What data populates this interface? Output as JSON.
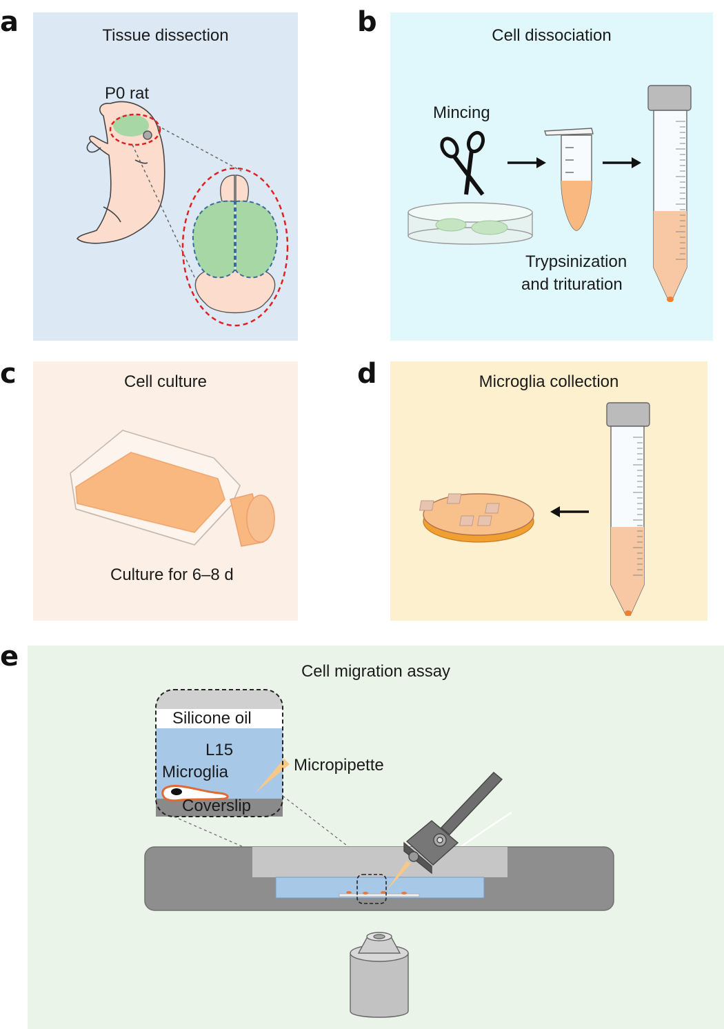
{
  "colors": {
    "panel_a_bg": "#dce8f4",
    "panel_b_bg": "#e0f7fb",
    "panel_c_bg": "#fcf0e6",
    "panel_d_bg": "#fdf0cf",
    "panel_e_bg": "#ebf4e9",
    "tissue_green": "#a7d7a5",
    "rat_skin": "#fcdccd",
    "medium_orange": "#f8b880",
    "dashed_red": "#e02020",
    "dashed_blue": "#3a6a9a"
  },
  "panels": {
    "a": {
      "letter": "a",
      "title": "Tissue dissection",
      "label_rat": "P0 rat"
    },
    "b": {
      "letter": "b",
      "title": "Cell dissociation",
      "label_mincing": "Mincing",
      "label_trypsin_1": "Trypsinization",
      "label_trypsin_2": "and trituration"
    },
    "c": {
      "letter": "c",
      "title": "Cell culture",
      "label_culture": "Culture for 6–8 d"
    },
    "d": {
      "letter": "d",
      "title": "Microglia collection"
    },
    "e": {
      "letter": "e",
      "title": "Cell migration assay",
      "label_oil": "Silicone oil",
      "label_l15": "L15",
      "label_microglia": "Microglia",
      "label_coverslip": "Coverslip",
      "label_micropipette": "Micropipette"
    }
  },
  "icons": {
    "rat": "rat-illustration-icon",
    "brain": "brain-icon",
    "scissors": "scissors-icon",
    "petri": "petri-dish-icon",
    "microtube": "microcentrifuge-tube-icon",
    "conical": "conical-tube-icon",
    "flask": "culture-flask-icon",
    "microscope": "microscope-stage-icon",
    "objective": "objective-lens-icon",
    "manipulator": "micromanipulator-icon"
  }
}
